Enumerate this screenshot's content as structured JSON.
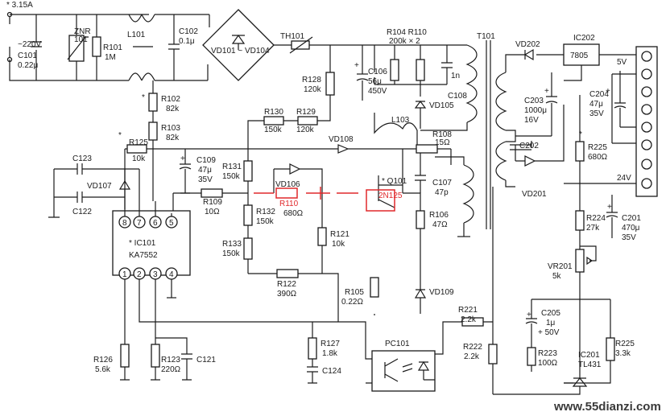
{
  "labels": {
    "fuse": "* 3.15A",
    "mains": "~220V",
    "c101": "C101",
    "c101v": "0.22μ",
    "znr": "ZNR",
    "znr2": "101",
    "r101": "R101",
    "r101v": "1M",
    "l101": "L101",
    "c102": "C102",
    "c102v": "0.1μ",
    "bridge": "VD101 ~ VD104",
    "th101": "TH101",
    "r104": "R104 R110",
    "r104v": "200k × 2",
    "t101": "T101",
    "vd202": "VD202",
    "ic202": "IC202",
    "ic202p": "7805",
    "v5": "5V",
    "v24": "24V",
    "r102": "R102",
    "r102v": "82k",
    "r103": "R103",
    "r103v": "82k",
    "r128": "R128",
    "r128v": "120k",
    "c106": "C106",
    "c106v": "56μ",
    "c106w": "450V",
    "c108": "C108",
    "c108v": "1n",
    "vd105": "VD105",
    "c203": "C203",
    "c203v": "1000μ",
    "c203w": "16V",
    "c204": "C204",
    "c204v": "47μ",
    "c204w": "35V",
    "r130": "R130",
    "r130v": "150k",
    "r129": "R129",
    "r129v": "120k",
    "l103": "L103",
    "r108": "R108",
    "r108v": "15Ω",
    "r125": "R125",
    "r125v": "10k",
    "c109": "C109",
    "c109v": "47μ",
    "c109w": "35V",
    "vd108": "VD108",
    "c202": "C202",
    "r225a": "R225",
    "r225av": "680Ω",
    "c123": "C123",
    "vd107": "VD107",
    "c122": "C122",
    "r131": "R131",
    "r131v": "150k",
    "vd106": "VD106",
    "r110": "R110",
    "q101": "* Q101",
    "q101v": "2N125",
    "c107": "C107",
    "c107v": "47p",
    "vd201": "VD201",
    "r109": "R109",
    "r109v": "10Ω",
    "r132": "R132",
    "r132v": "150k",
    "r132b": "680Ω",
    "ic101": "* IC101",
    "ic101p": "KA7552",
    "r121": "R121",
    "r121v": "10k",
    "r106": "R106",
    "r106v": "47Ω",
    "r224": "R224",
    "r224v": "27k",
    "c201": "C201",
    "c201v": "470μ",
    "c201w": "35V",
    "r133": "R133",
    "r133v": "150k",
    "vr201": "VR201",
    "vr201v": "5k",
    "r122": "R122",
    "r122v": "390Ω",
    "r105": "R105",
    "r105v": "0.22Ω",
    "vd109": "VD109",
    "r221": "R221",
    "r221v": "2.2k",
    "c205": "C205",
    "c205v": "1μ",
    "c205w": "+ 50V",
    "r126": "R126",
    "r126v": "5.6k",
    "r123": "R123",
    "r123v": "220Ω",
    "c121": "C121",
    "r127": "R127",
    "r127v": "1.8k",
    "c124": "C124",
    "pc101": "PC101",
    "r222": "R222",
    "r222v": "2.2k",
    "r223": "R223",
    "r223v": "100Ω",
    "ic201": "IC201",
    "ic201p": "TL431",
    "r225b": "R225",
    "r225bv": "3.3k",
    "p1": "1",
    "p2": "2",
    "p3": "3",
    "p4": "4",
    "p5": "5",
    "p6": "6",
    "p7": "7",
    "p8": "8",
    "star1": "*",
    "star2": "*",
    "star3": "*",
    "plus1": "+",
    "plus2": "+",
    "plus3": "+",
    "plus4": "+",
    "plus5": "+",
    "watermark": "www.55dianzi.com"
  },
  "colors": {
    "ink": "#1a1a1a",
    "highlight": "#e0282b"
  }
}
